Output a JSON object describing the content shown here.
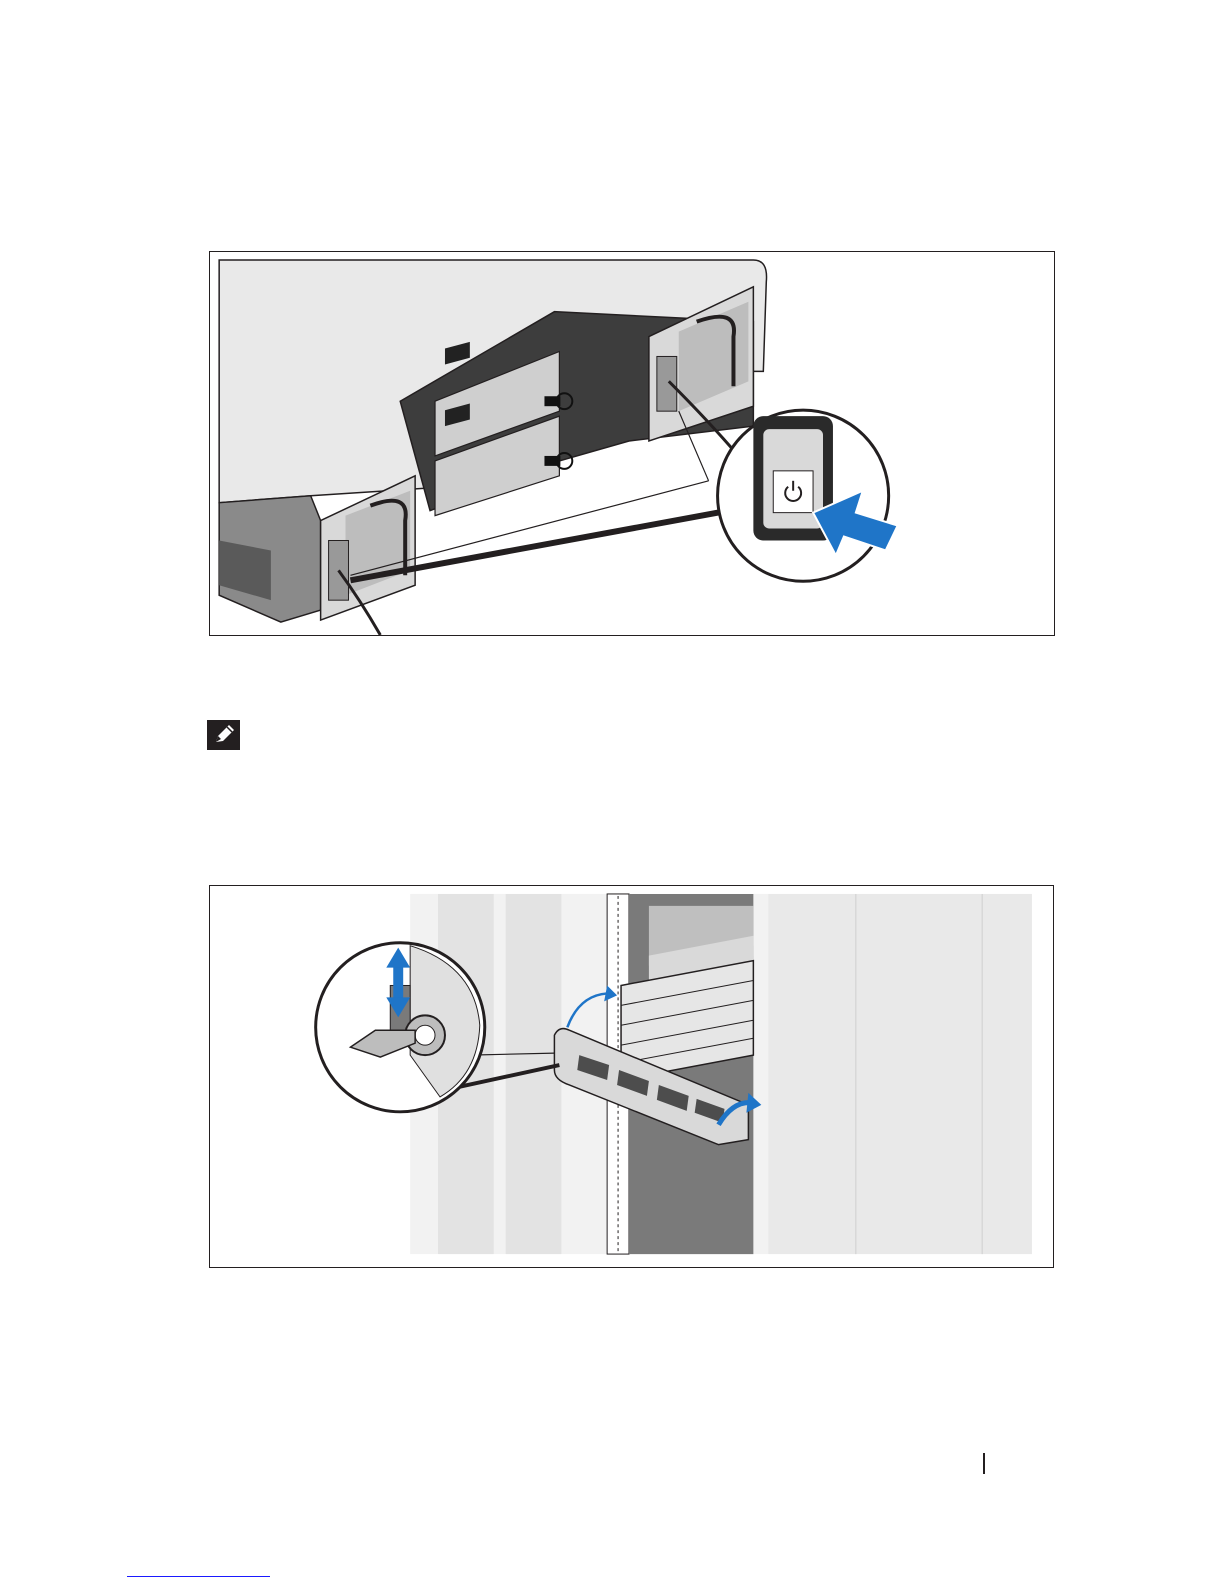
{
  "figures": [
    {
      "id": "power-switch-figure",
      "callout": "power-switch-detail"
    },
    {
      "id": "bezel-install-figure",
      "callout": "bezel-key-lock-detail"
    }
  ],
  "icons": {
    "note": "note-pencil-icon",
    "power": "power-icon",
    "press_arrow": "blue-press-arrow-icon"
  },
  "colors": {
    "accent_blue": "#1f75c8",
    "line_black": "#231f20",
    "chassis_gray": "#e6e6e6",
    "dark_gray": "#4d4d4d"
  }
}
